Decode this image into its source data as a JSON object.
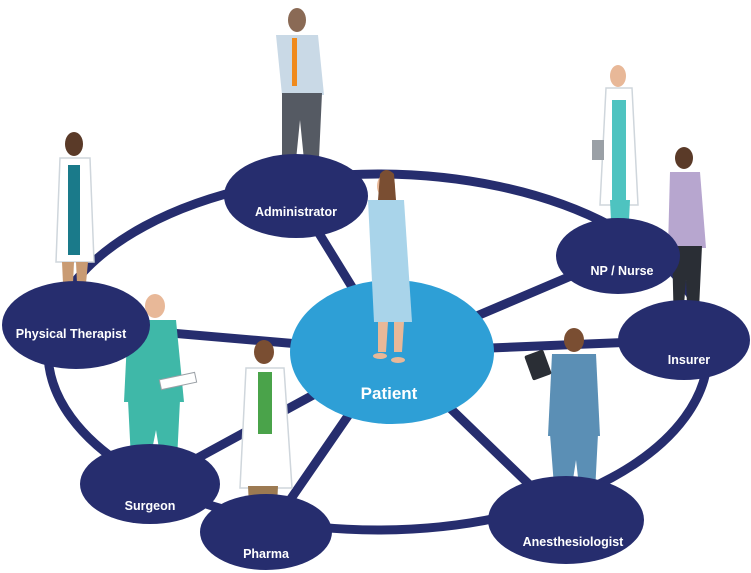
{
  "diagram": {
    "center": {
      "label": "Patient",
      "color": "#2e9fd6"
    },
    "nodes": [
      {
        "id": "administrator",
        "label": "Administrator"
      },
      {
        "id": "np-nurse",
        "label": "NP / Nurse"
      },
      {
        "id": "insurer",
        "label": "Insurer"
      },
      {
        "id": "anesthesiologist",
        "label": "Anesthesiologist"
      },
      {
        "id": "pharma",
        "label": "Pharma"
      },
      {
        "id": "surgeon",
        "label": "Surgeon"
      },
      {
        "id": "physical-therapist",
        "label": "Physical Therapist"
      }
    ],
    "node_color": "#262d6e",
    "connector_color": "#262d6e"
  }
}
